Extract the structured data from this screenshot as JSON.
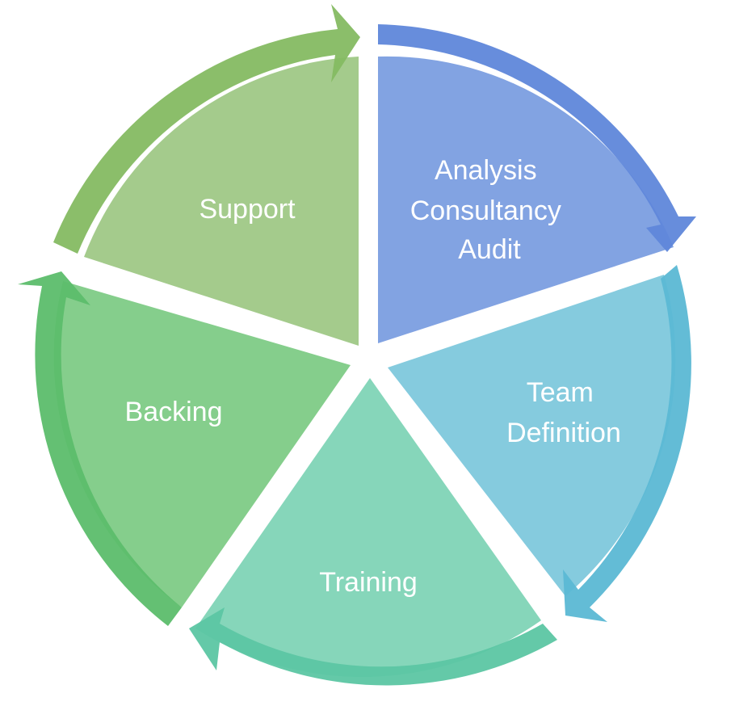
{
  "segments": [
    {
      "id": "analysis",
      "lines": [
        "Analysis",
        "Consultancy",
        "Audit"
      ],
      "color": "#7b9ee0",
      "arrow_color": "#5f87da"
    },
    {
      "id": "team",
      "lines": [
        "Team",
        "Definition"
      ],
      "color": "#7ec8dc",
      "arrow_color": "#5bb8d4"
    },
    {
      "id": "training",
      "lines": [
        "Training"
      ],
      "color": "#7fd4b6",
      "arrow_color": "#5cc6a3"
    },
    {
      "id": "backing",
      "lines": [
        "Backing"
      ],
      "color": "#7ecb86",
      "arrow_color": "#5cbd6b"
    },
    {
      "id": "support",
      "lines": [
        "Support"
      ],
      "color": "#9fc886",
      "arrow_color": "#85bb62"
    }
  ]
}
